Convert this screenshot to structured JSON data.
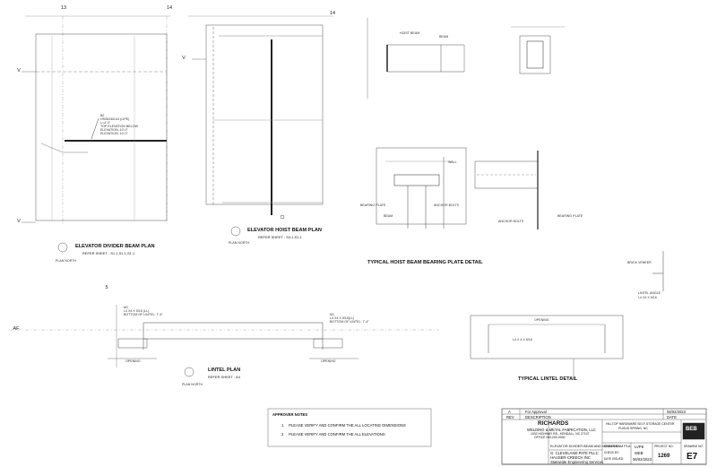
{
  "grids": {
    "col_13": "13",
    "col_14_a": "14",
    "col_14_b": "14",
    "row_v_1": "V",
    "row_v_2": "V",
    "row_v_3": "V",
    "row_5": "5",
    "row_af": "AF"
  },
  "plans": {
    "divider": {
      "title": "ELEVATOR DIVIDER BEAM PLAN",
      "refer": "REFER SHEET : S1.1,S1.1,S1.1",
      "north": "PLAN NORTH",
      "callout": [
        "B2",
        "HSS8X8X1/4 (LIPE)",
        "L=4'-0\"",
        "TOP ELEVATION BELOW",
        "ELEVATION: 10'-0\"",
        "ELEVATION: 10'-0\""
      ]
    },
    "hoist": {
      "title": "ELEVATOR HOIST BEAM PLAN",
      "refer": "REFER SHEET : S3.1,S1.1",
      "north": "PLAN NORTH"
    },
    "lintel": {
      "title": "LINTEL PLAN",
      "refer": "REFER SHEET : A4",
      "north": "PLAN NORTH",
      "left_callout": [
        "M1",
        "L4 X4 X 5/16 (LL)",
        "BOTTOM OF LINTEL: 7'-4\""
      ],
      "right_callout": [
        "M1",
        "L4 X4 X 5/16(LL)",
        "BOTTOM OF LINTEL: 7'-4\""
      ],
      "opening_left": "OPENING",
      "opening_right": "OPENING"
    }
  },
  "details": {
    "bearing_plate": {
      "title": "TYPICAL HOIST BEAM BEARING PLATE DETAIL",
      "labels": [
        "HOIST BEAM",
        "BEAM",
        "WALL",
        "BEARING PLATE",
        "BEAM",
        "ANCHOR BOLTS",
        "BEARING PLATE",
        "ANCHOR BOLTS"
      ]
    },
    "lintel": {
      "title": "TYPICAL LINTEL DETAIL",
      "labels": [
        "OPENING",
        "L4 X 4 X 5/16",
        "BRICK VENEER",
        "LINTEL ANGLE",
        "L4 X4 X 5/16"
      ]
    }
  },
  "approver_notes": {
    "heading": "APPROVER NOTES",
    "items": [
      {
        "num": "1",
        "text": "PLEASE VERIFY AND CONFIRM THE ALL LOCATING DIMENSIONS"
      },
      {
        "num": "2",
        "text": "PLEASE VERIFY AND CONFIRM THE ALL ELEVATIONS"
      }
    ]
  },
  "title_block": {
    "revision_letter": "A",
    "revision_desc": "For Approval",
    "revision_date": "06/02/2023",
    "rev_header": "REV",
    "desc_header": "DESCRIPTION",
    "date_header": "DATE",
    "company": "RICHARDS",
    "company_sub": "WELDING & METAL FABRICATION, LLC",
    "company_addr": "1002 HIGHWAY RD., KENDALL, NC 27107",
    "company_office": "OFFICE 000-000-0000",
    "project": "HILLTOP HARDWARE SELF-STORAGE CENTER",
    "project_loc": "PUGUS SPRING, NC",
    "drawing_title": "ELEVATOR DIVIDER BEAM AND HOIST BEAM PLA",
    "engineer_1": "G. CLEVELAND PATE PLLC",
    "engineer_2": "HAUSER-CREECH INC",
    "engineer_3": "Statewide Engineering Services",
    "drawn_by": "LVPE",
    "check_by": "WEB",
    "date_value": "06/02/2023",
    "project_no": "1269",
    "sheet_no": "E7",
    "logo": "BEB",
    "label_drawn": "DRAWN BY:",
    "label_checked": "CHECK BY:",
    "label_date": "DATE ISSUED:",
    "label_proj": "PROJECT NO.:",
    "label_sheet": "DRAWING NO."
  }
}
